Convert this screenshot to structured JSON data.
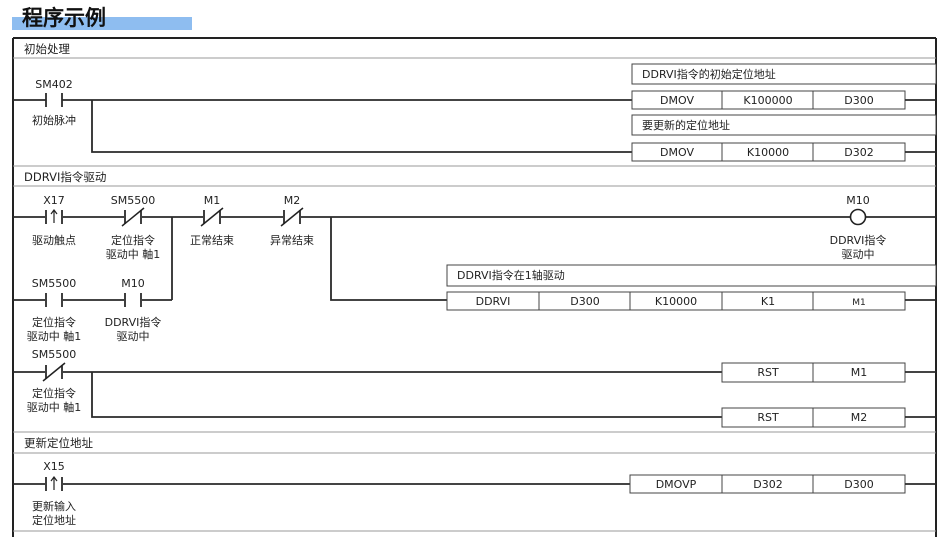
{
  "title": "程序示例",
  "colors": {
    "title_bar": "#8ebdf0",
    "line": "#2a2a2a"
  },
  "sections": [
    {
      "header": "初始处理"
    },
    {
      "header": "DDRVI指令驱动"
    },
    {
      "header": "更新定位地址"
    }
  ],
  "rung1": {
    "contact": {
      "device": "SM402",
      "comment": "初始脉冲",
      "type": "normally-open"
    },
    "comment1": "DDRVI指令的初始定位地址",
    "instr1": [
      "DMOV",
      "K100000",
      "D300"
    ],
    "comment2": "要更新的定位地址",
    "instr2": [
      "DMOV",
      "K10000",
      "D302"
    ]
  },
  "rung2": {
    "contacts": [
      {
        "device": "X17",
        "comment1": "驱动触点",
        "comment2": "",
        "type": "rising-edge"
      },
      {
        "device": "SM5500",
        "comment1": "定位指令",
        "comment2": "驱动中 軸1",
        "type": "normally-closed"
      },
      {
        "device": "M1",
        "comment1": "正常结束",
        "comment2": "",
        "type": "normally-closed"
      },
      {
        "device": "M2",
        "comment1": "异常结束",
        "comment2": "",
        "type": "normally-closed"
      }
    ],
    "coil": {
      "device": "M10",
      "comment1": "DDRVI指令",
      "comment2": "驱动中"
    },
    "branch_contacts": [
      {
        "device": "SM5500",
        "comment1": "定位指令",
        "comment2": "驱动中 軸1",
        "type": "normally-open"
      },
      {
        "device": "M10",
        "comment1": "DDRVI指令",
        "comment2": "驱动中",
        "type": "normally-open"
      }
    ],
    "comment": "DDRVI指令在1轴驱动",
    "instr": [
      "DDRVI",
      "D300",
      "K10000",
      "K1",
      "M1"
    ]
  },
  "rung3": {
    "contact": {
      "device": "SM5500",
      "comment1": "定位指令",
      "comment2": "驱动中 軸1",
      "type": "normally-closed"
    },
    "instr1": [
      "RST",
      "M1"
    ],
    "instr2": [
      "RST",
      "M2"
    ]
  },
  "rung4": {
    "contact": {
      "device": "X15",
      "comment1": "更新输入",
      "comment2": "定位地址",
      "type": "rising-edge"
    },
    "instr": [
      "DMOVP",
      "D302",
      "D300"
    ]
  }
}
